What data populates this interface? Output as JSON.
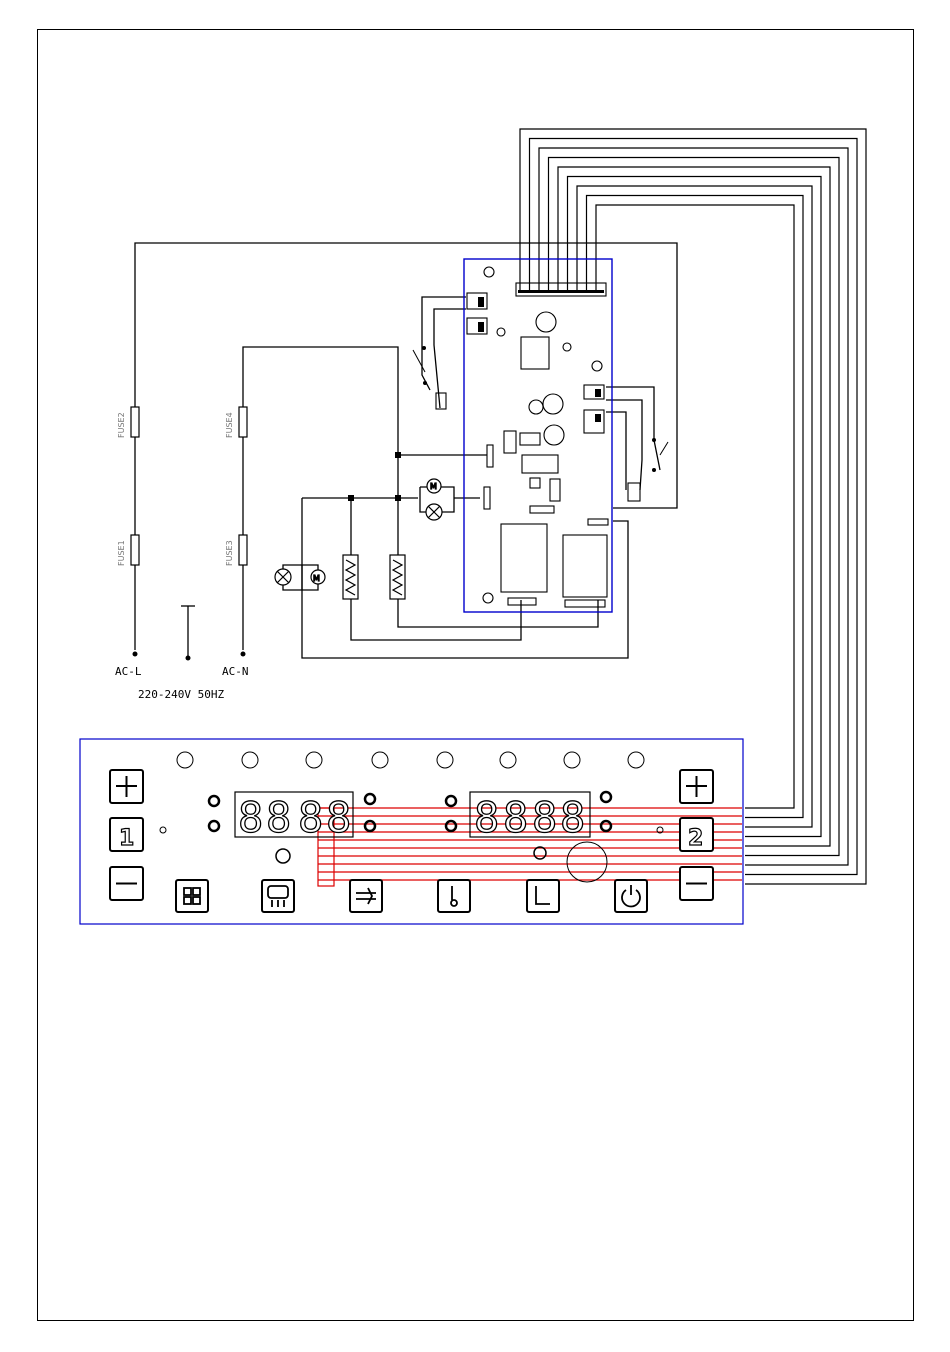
{
  "labels": {
    "fuse1": "FUSE1",
    "fuse2": "FUSE2",
    "fuse3": "FUSE3",
    "fuse4": "FUSE4",
    "ac_l": "AC-L",
    "ac_n": "AC-N",
    "voltage": "220-240V  50HZ"
  },
  "colors": {
    "wire": "#000000",
    "board_outline": "#0000cc",
    "display_lines": "#dd0000"
  },
  "panel": {
    "left_buttons": [
      "plus-icon",
      "zone-1-icon",
      "minus-icon"
    ],
    "right_buttons": [
      "plus-icon",
      "zone-2-icon",
      "minus-icon"
    ],
    "function_buttons": [
      "grid-icon",
      "defrost-icon",
      "fan-icon",
      "thermometer-icon",
      "timer-icon",
      "power-icon"
    ],
    "left_digit1": "8",
    "left_digit2": "8",
    "left_digit3": "8",
    "left_digit4": "8",
    "right_digit1": "8",
    "right_digit2": "8",
    "right_digit3": "8",
    "right_digit4": "8",
    "zone1_label": "1",
    "zone2_label": "2"
  }
}
